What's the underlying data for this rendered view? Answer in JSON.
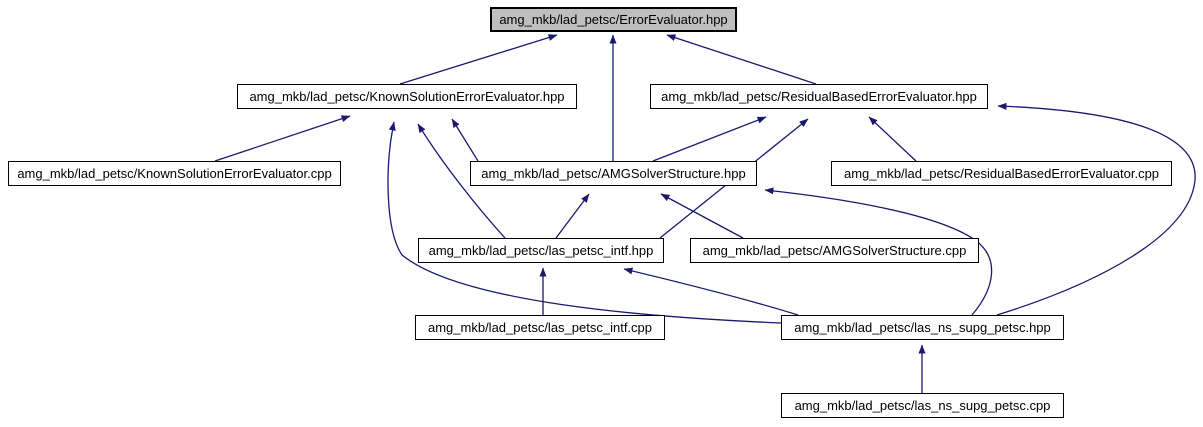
{
  "diagram": {
    "type": "include-dependency-graph",
    "colors": {
      "edge": "#191970",
      "root_node_fill": "#bfbfbf",
      "node_fill": "#ffffff",
      "node_border": "#000000",
      "background": "#ffffff"
    },
    "nodes": [
      {
        "id": "error_evaluator_hpp",
        "label": "amg_mkb/lad_petsc/ErrorEvaluator.hpp"
      },
      {
        "id": "known_solution_error_evaluator_hpp",
        "label": "amg_mkb/lad_petsc/KnownSolutionErrorEvaluator.hpp"
      },
      {
        "id": "residual_based_error_evaluator_hpp",
        "label": "amg_mkb/lad_petsc/ResidualBasedErrorEvaluator.hpp"
      },
      {
        "id": "known_solution_error_evaluator_cpp",
        "label": "amg_mkb/lad_petsc/KnownSolutionErrorEvaluator.cpp"
      },
      {
        "id": "amg_solver_structure_hpp",
        "label": "amg_mkb/lad_petsc/AMGSolverStructure.hpp"
      },
      {
        "id": "residual_based_error_evaluator_cpp",
        "label": "amg_mkb/lad_petsc/ResidualBasedErrorEvaluator.cpp"
      },
      {
        "id": "las_petsc_intf_hpp",
        "label": "amg_mkb/lad_petsc/las_petsc_intf.hpp"
      },
      {
        "id": "amg_solver_structure_cpp",
        "label": "amg_mkb/lad_petsc/AMGSolverStructure.cpp"
      },
      {
        "id": "las_petsc_intf_cpp",
        "label": "amg_mkb/lad_petsc/las_petsc_intf.cpp"
      },
      {
        "id": "las_ns_supg_petsc_hpp",
        "label": "amg_mkb/lad_petsc/las_ns_supg_petsc.hpp"
      },
      {
        "id": "las_ns_supg_petsc_cpp",
        "label": "amg_mkb/lad_petsc/las_ns_supg_petsc.cpp"
      }
    ],
    "edges": [
      {
        "from": "known_solution_error_evaluator_hpp",
        "to": "error_evaluator_hpp"
      },
      {
        "from": "amg_solver_structure_hpp",
        "to": "error_evaluator_hpp"
      },
      {
        "from": "residual_based_error_evaluator_hpp",
        "to": "error_evaluator_hpp"
      },
      {
        "from": "known_solution_error_evaluator_cpp",
        "to": "known_solution_error_evaluator_hpp"
      },
      {
        "from": "las_ns_supg_petsc_hpp",
        "to": "known_solution_error_evaluator_hpp"
      },
      {
        "from": "las_petsc_intf_hpp",
        "to": "known_solution_error_evaluator_hpp"
      },
      {
        "from": "amg_solver_structure_hpp",
        "to": "known_solution_error_evaluator_hpp"
      },
      {
        "from": "amg_solver_structure_hpp",
        "to": "residual_based_error_evaluator_hpp"
      },
      {
        "from": "las_petsc_intf_hpp",
        "to": "residual_based_error_evaluator_hpp"
      },
      {
        "from": "residual_based_error_evaluator_cpp",
        "to": "residual_based_error_evaluator_hpp"
      },
      {
        "from": "las_ns_supg_petsc_hpp",
        "to": "residual_based_error_evaluator_hpp"
      },
      {
        "from": "las_petsc_intf_hpp",
        "to": "amg_solver_structure_hpp"
      },
      {
        "from": "amg_solver_structure_cpp",
        "to": "amg_solver_structure_hpp"
      },
      {
        "from": "las_ns_supg_petsc_hpp",
        "to": "amg_solver_structure_hpp"
      },
      {
        "from": "las_petsc_intf_cpp",
        "to": "las_petsc_intf_hpp"
      },
      {
        "from": "las_ns_supg_petsc_hpp",
        "to": "las_petsc_intf_hpp"
      },
      {
        "from": "las_ns_supg_petsc_cpp",
        "to": "las_ns_supg_petsc_hpp"
      }
    ]
  }
}
